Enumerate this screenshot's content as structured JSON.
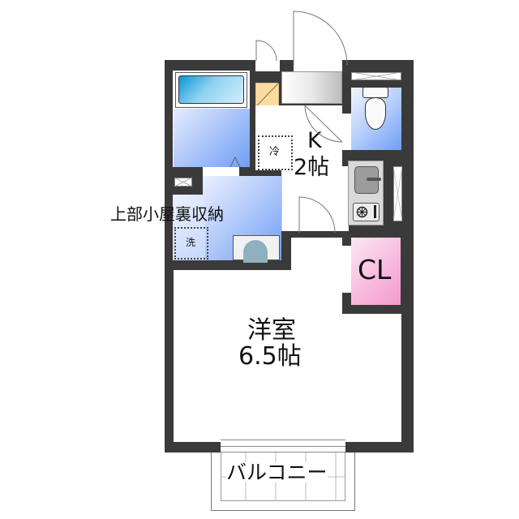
{
  "floorplan": {
    "rooms": {
      "kitchen": {
        "letter": "K",
        "size": "2帖"
      },
      "western_room": {
        "name": "洋室",
        "size": "6.5帖"
      },
      "closet": {
        "label": "CL"
      },
      "balcony": {
        "label": "バルコニー"
      },
      "loft_note": "上部小屋裏収納"
    },
    "fixtures": {
      "fridge_label": "冷",
      "washer_label": "洗"
    },
    "colors": {
      "wall": "#3a3a3a",
      "bath_blue": "#6f9ef5",
      "closet_pink": "#f7b6dc",
      "shoe_box_orange": "#fbdca0",
      "kitchen_gray": "#c8c8c8"
    }
  }
}
